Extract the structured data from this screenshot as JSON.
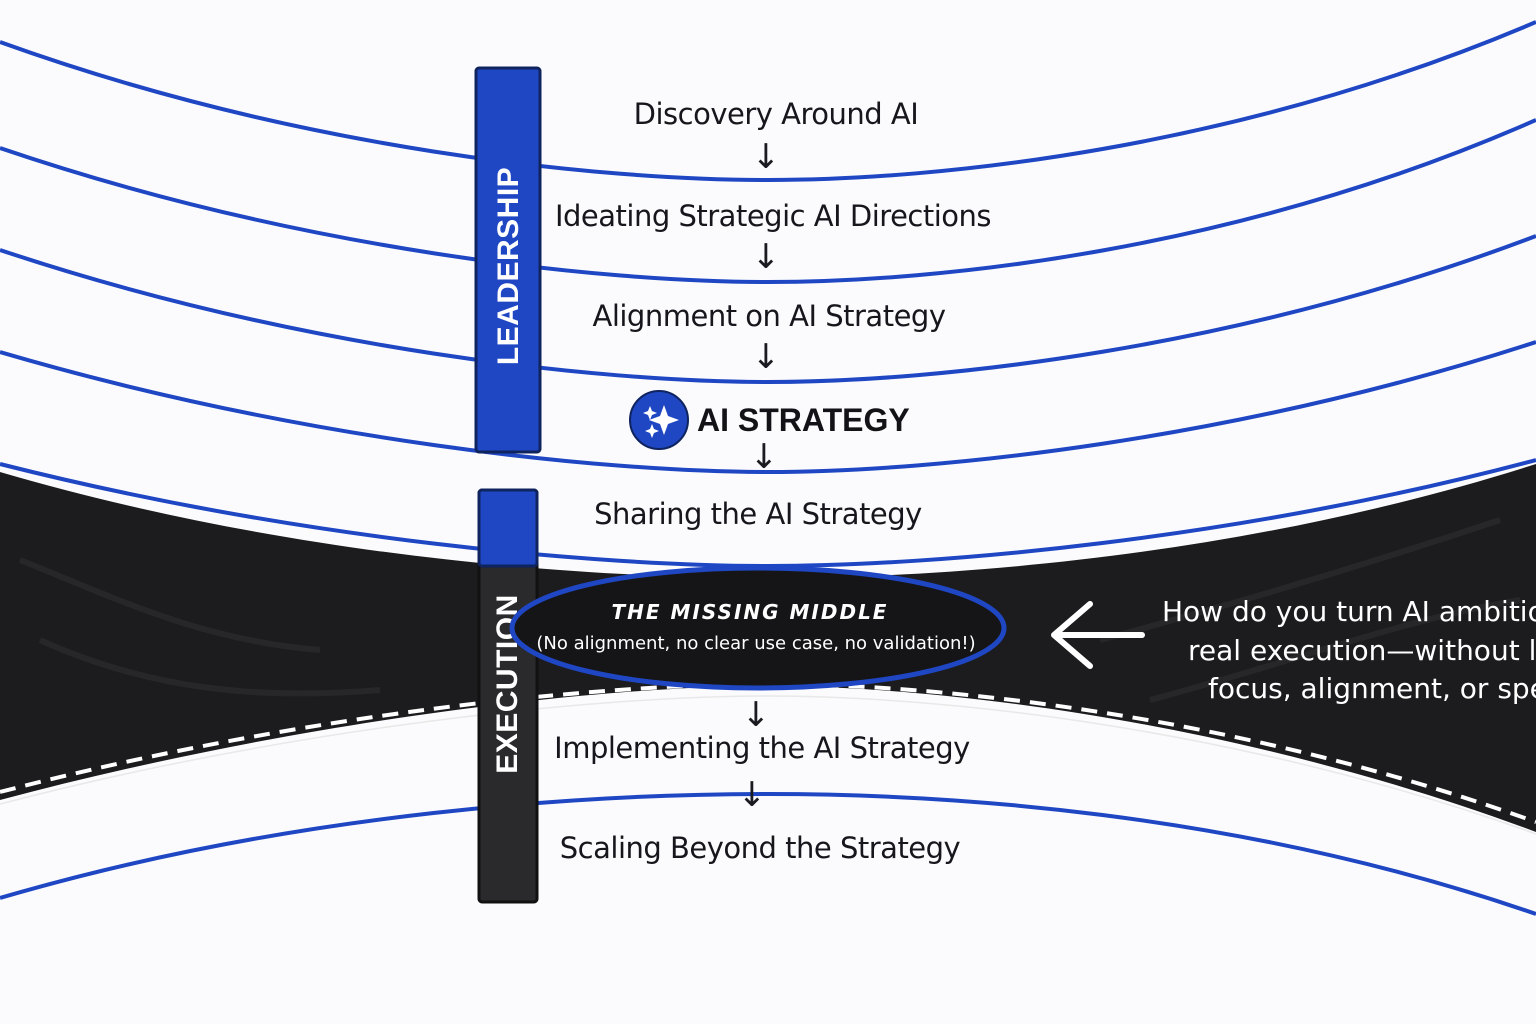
{
  "colors": {
    "accent_blue": "#1f47c4",
    "road_black": "#1c1c1e",
    "background": "#fbfbfd",
    "ink": "#16161c"
  },
  "bars": {
    "leadership_label": "LEADERSHIP",
    "execution_label": "EXECUTION"
  },
  "steps": [
    "Discovery Around AI",
    "Ideating Strategic AI Directions",
    "Alignment on AI Strategy",
    "AI STRATEGY",
    "Sharing the AI Strategy",
    "Implementing the AI Strategy",
    "Scaling Beyond the Strategy"
  ],
  "strategy_icon": "sparkles-icon",
  "arrow_glyph": "↓",
  "missing_middle": {
    "title": "THE MISSING MIDDLE",
    "subtitle": "(No alignment, no clear use case, no validation!)"
  },
  "question": {
    "arrow_icon": "left-arrow-icon",
    "lines": [
      "How do you turn AI ambition to",
      "real execution—without losing",
      "focus, alignment, or speed?"
    ]
  }
}
